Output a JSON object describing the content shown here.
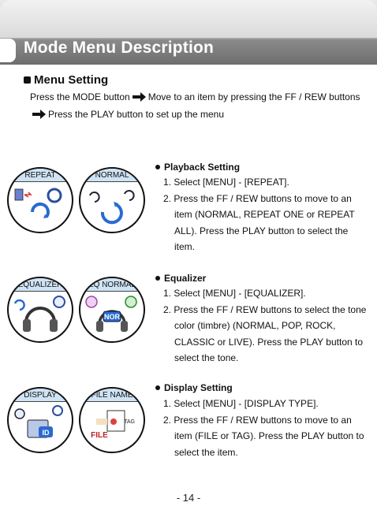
{
  "header": {
    "title": "Mode Menu Description"
  },
  "section": {
    "title": "Menu Setting",
    "intro_line1_a": "Press the MODE button",
    "intro_line1_b": "Move to an item by pressing the FF / REW buttons",
    "intro_line2": "Press the PLAY button to set up the menu"
  },
  "items": [
    {
      "title": "Playback Setting",
      "screens": [
        "REPEAT",
        "NORMAL"
      ],
      "step1": "1. Select [MENU] - [REPEAT].",
      "step2_lines": [
        "2. Press the FF / REW buttons to move to an",
        "item (NORMAL, REPEAT ONE or REPEAT",
        "ALL).  Press the PLAY button to select the",
        "item."
      ]
    },
    {
      "title": "Equalizer",
      "screens": [
        "EQUALIZER",
        "EQ NORMAL"
      ],
      "screen_badge": "NOR",
      "step1": "1. Select [MENU] - [EQUALIZER].",
      "step2_lines": [
        "2. Press the FF / REW buttons to select the tone",
        "color (timbre) (NORMAL, POP, ROCK,",
        "CLASSIC or LIVE).  Press the PLAY button to",
        "select the tone."
      ]
    },
    {
      "title": "Display Setting",
      "screens": [
        "DISPLAY",
        "FILE NAME"
      ],
      "screen_badge_a": "ID",
      "screen_badge_b": "FILE",
      "screen_badge_c": "TAG",
      "step1": "1. Select [MENU] - [DISPLAY TYPE].",
      "step2_lines": [
        "2. Press the FF / REW buttons to move to an",
        "item (FILE or TAG).  Press the PLAY button to",
        "select the item."
      ]
    }
  ],
  "footer": {
    "page": "- 14 -"
  },
  "icons": [
    "arrow-right-icon",
    "repeat-icon",
    "headphone-icon",
    "equalizer-icon",
    "display-icon"
  ]
}
